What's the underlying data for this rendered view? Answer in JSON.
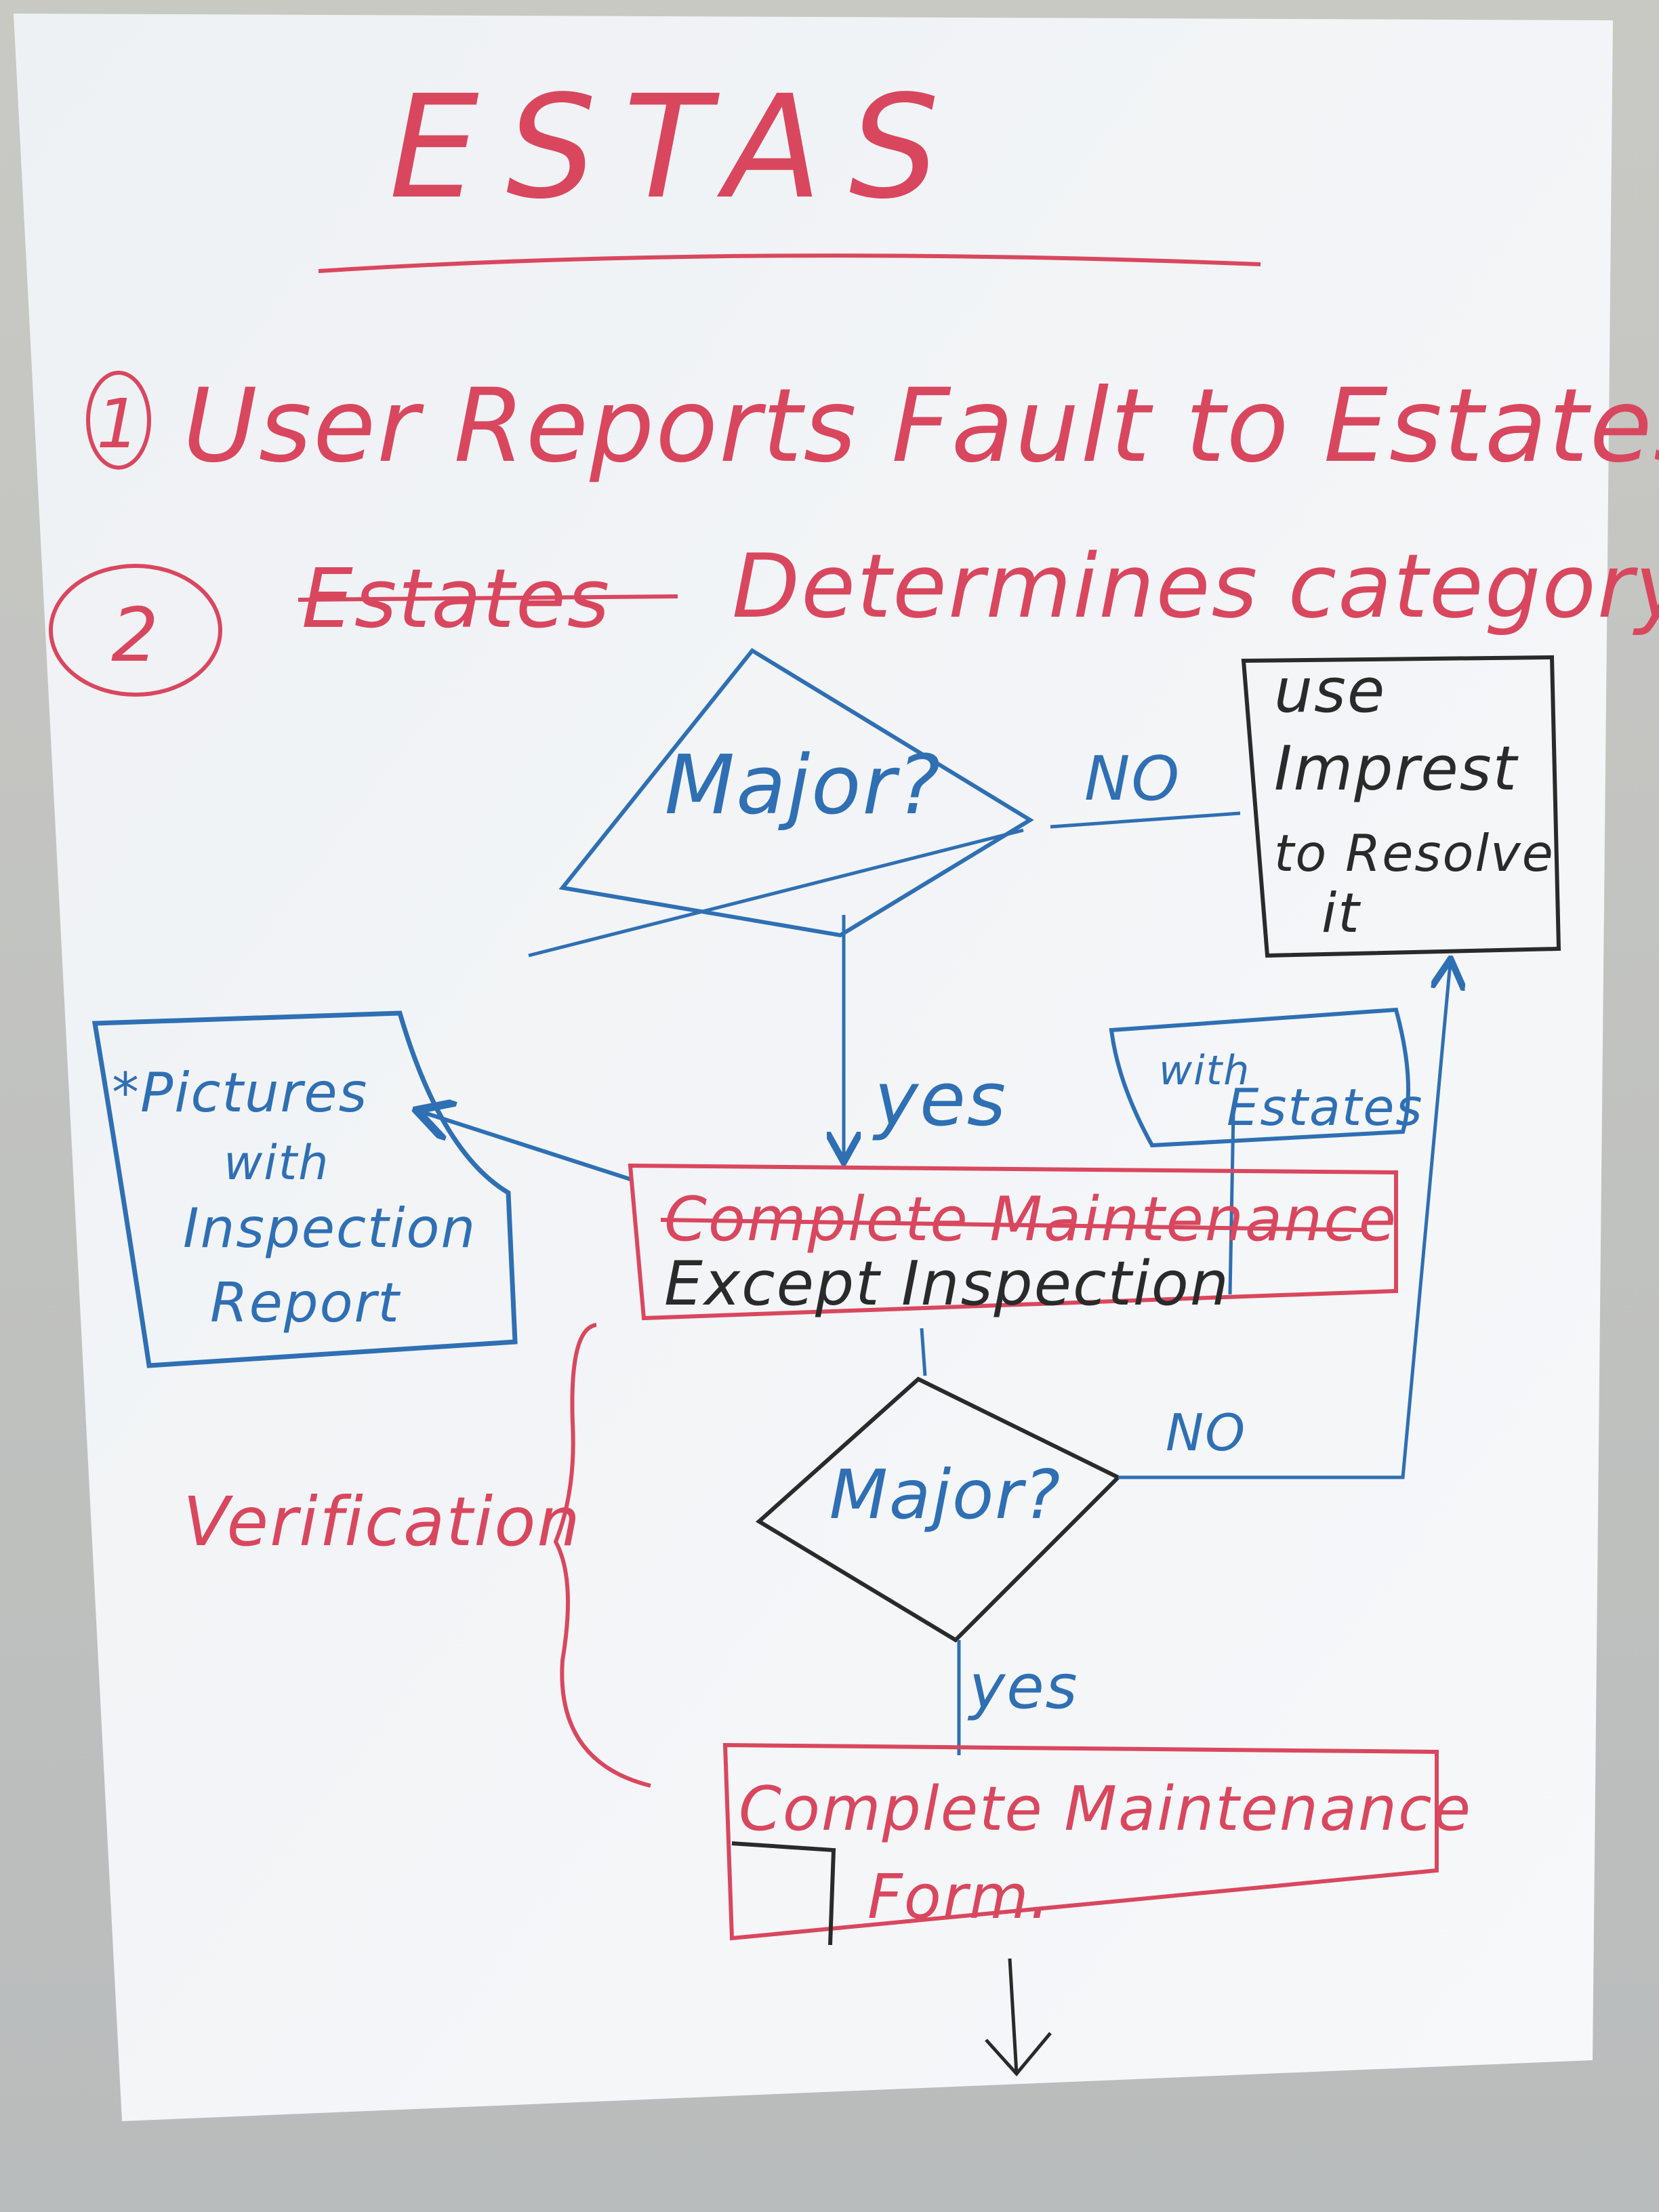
{
  "title": "ESTAS",
  "steps": [
    {
      "number": "1",
      "text": "User Reports Fault to Estates"
    },
    {
      "number": "2",
      "struck": "Estates",
      "text": "Determines category"
    }
  ],
  "decision_1": {
    "label": "Major?",
    "no_label": "NO",
    "yes_label": "yes"
  },
  "impress_box": {
    "line1": "use",
    "line2": "Imprest",
    "line3": "to Resolve",
    "line4": "it"
  },
  "with_estates_note": {
    "line1": "with",
    "line2": "Estates"
  },
  "pictures_box": {
    "line1": "*Pictures",
    "line2": "with",
    "line3": "Inspection",
    "line4": "Report"
  },
  "maintenance_box_1": {
    "struck": "Complete Maintenance",
    "text": "Except Inspection"
  },
  "decision_2": {
    "label": "Major?",
    "no_label": "NO",
    "yes_label": "yes"
  },
  "verification_label": "Verification",
  "maintenance_box_2": {
    "line1": "Complete Maintenance",
    "line2": "Form."
  },
  "colors": {
    "red": "#d9475e",
    "blue": "#2f6fb3",
    "black": "#2a2a2a",
    "paper": "#f4f6f8"
  }
}
